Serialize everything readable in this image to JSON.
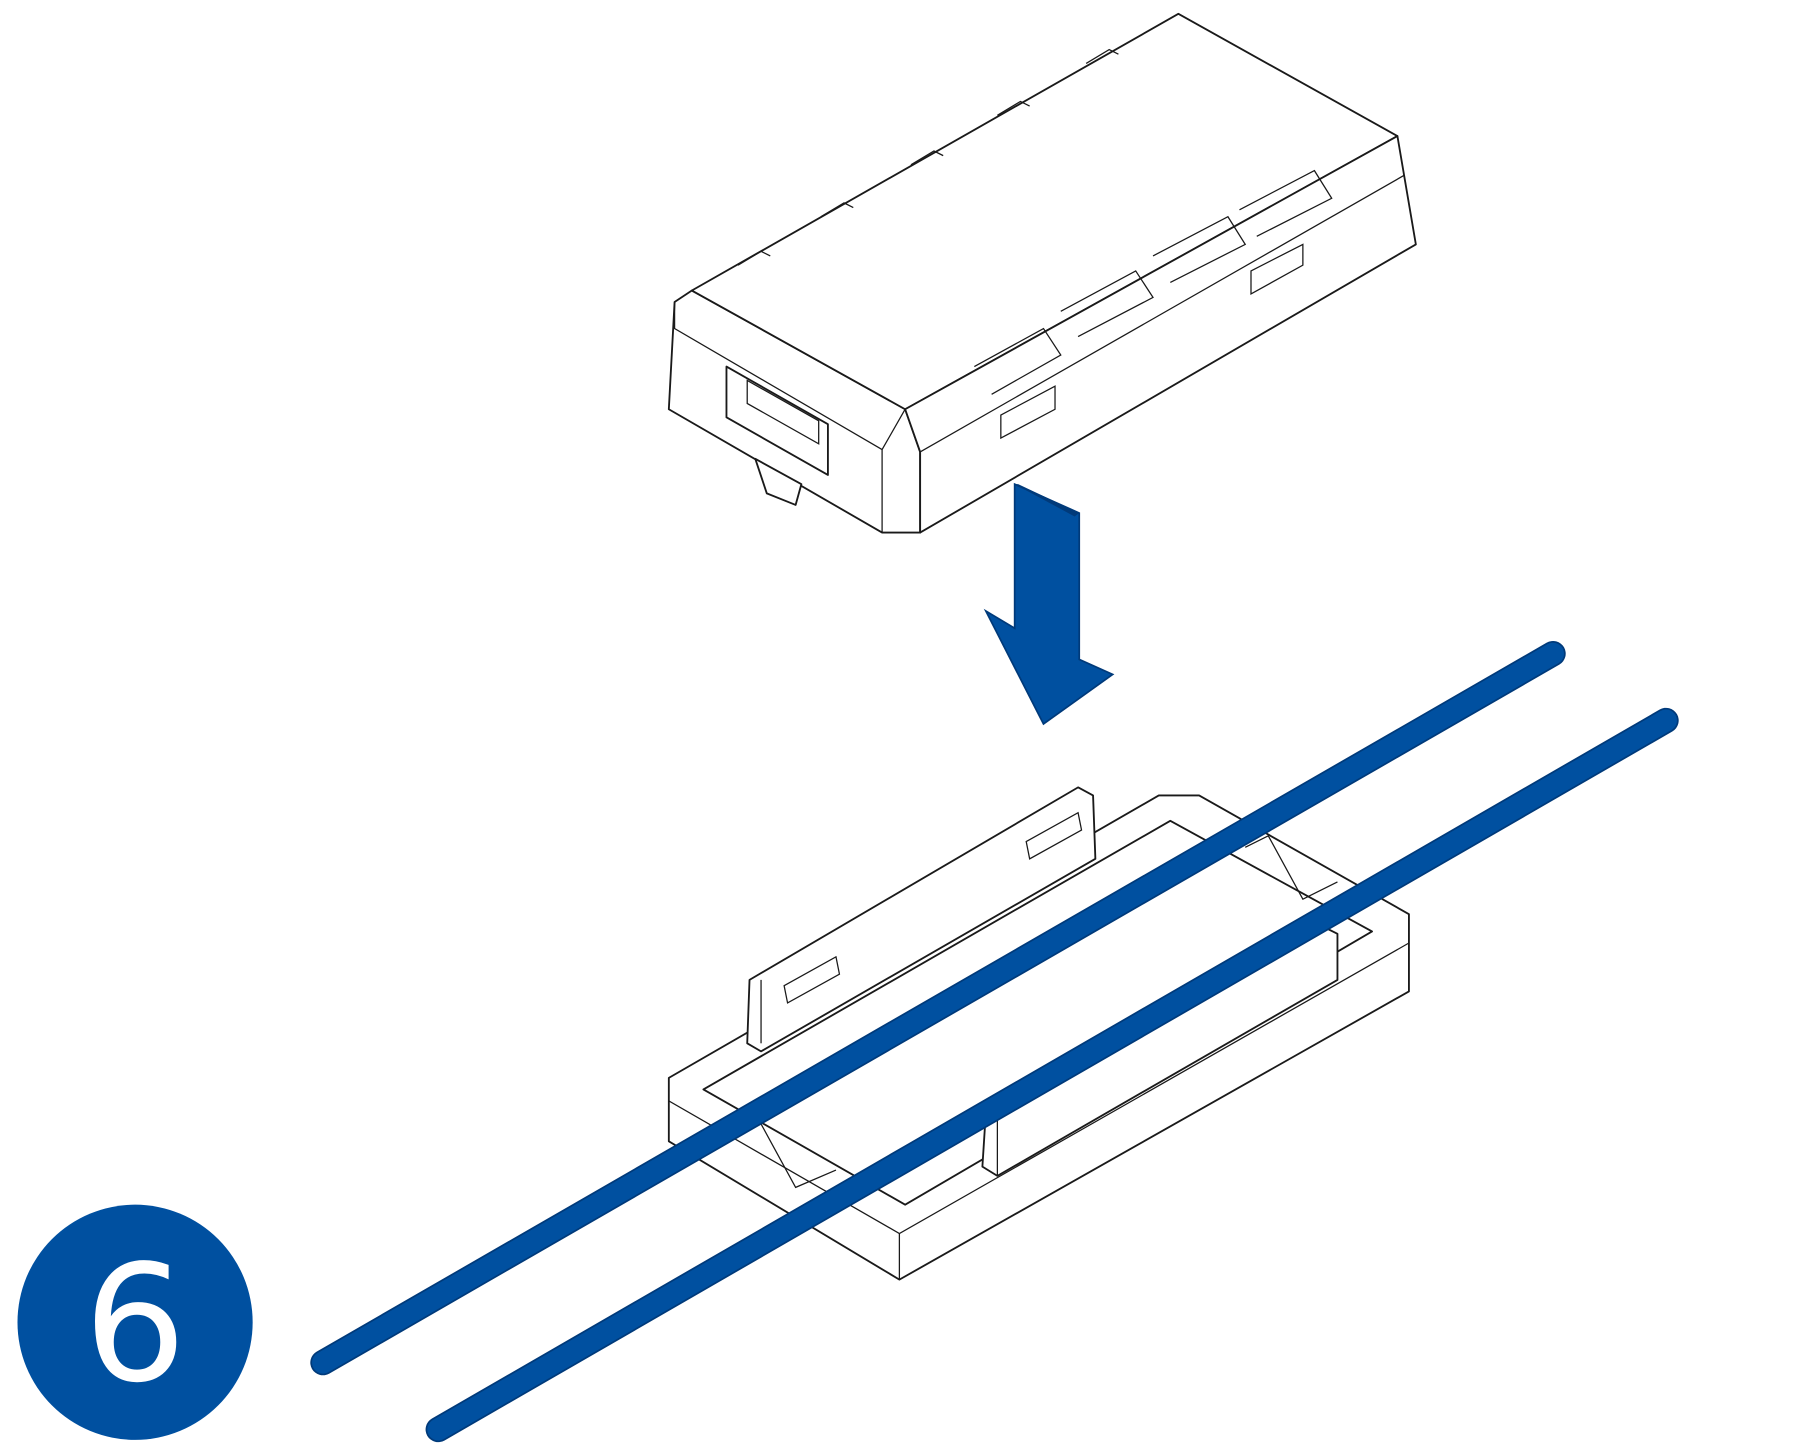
{
  "step": {
    "number": "6"
  },
  "colors": {
    "accent": "#0050a0",
    "accent_dark": "#003a7a",
    "line": "#1a1a1a"
  },
  "illustration": {
    "parts": [
      "device",
      "down-arrow",
      "mount-bracket",
      "cable-left",
      "cable-right"
    ]
  }
}
